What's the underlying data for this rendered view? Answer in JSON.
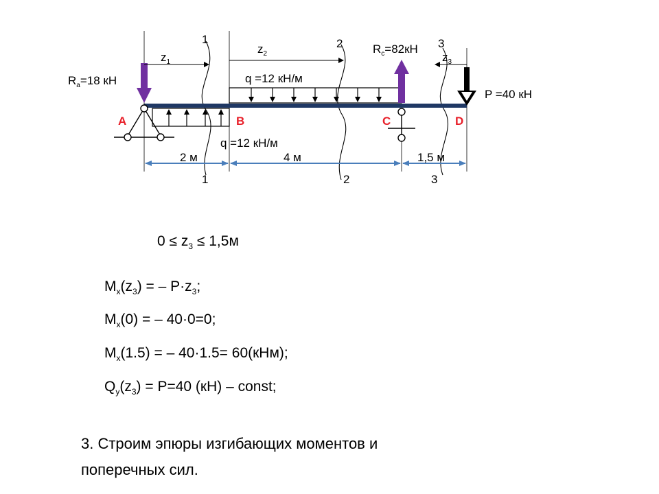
{
  "diagram": {
    "reaction_a": {
      "sym": "R",
      "sub": "a",
      "val": "=18 кН"
    },
    "reaction_c": {
      "sym": "R",
      "sub": "c",
      "val": "=82кН"
    },
    "force_p": "P =40 кН",
    "load_top": "q =12 кН/м",
    "load_bottom": "q =12 кН/м",
    "points": {
      "a": "A",
      "b": "B",
      "c": "C",
      "d": "D"
    },
    "z1": {
      "sym": "z",
      "sub": "1"
    },
    "z2": {
      "sym": "z",
      "sub": "2"
    },
    "z3": {
      "sym": "z",
      "sub": "3"
    },
    "dims": {
      "d1": "2 м",
      "d2": "4 м",
      "d3": "1,5 м"
    },
    "sections": {
      "s1_top": "1",
      "s2_top": "2",
      "s3_top": "3",
      "s1_bottom": "1",
      "s2_bottom": "2",
      "s3_bottom": "3"
    },
    "colors": {
      "beam": "#1f3864",
      "reaction": "#7030a0",
      "dimension": "#4a7ebb",
      "point_label": "#e8202a"
    }
  },
  "equations": {
    "range": {
      "a": "0 ≤ z",
      "sub": "3",
      "b": " ≤ 1,5м"
    },
    "m_expr": {
      "m": "M",
      "msub": "x",
      "a": "(z",
      "sub": "3",
      "b": ") = – P·z",
      "sub2": "3",
      "c": ";"
    },
    "m_zero": {
      "m": "M",
      "msub": "x",
      "rest": "(0) = – 40·0=0;"
    },
    "m_max": {
      "m": "M",
      "msub": "x",
      "rest": "(1.5) = – 40·1.5= 60(кНм);"
    },
    "q_expr": {
      "q": "Q",
      "qsub": "y",
      "a": "(z",
      "sub": "3",
      "b": ") =  P=40 (кН) – const;"
    }
  },
  "note": {
    "line1": "3. Строим эпюры изгибающих моментов   и",
    "line2": "поперечных сил."
  }
}
